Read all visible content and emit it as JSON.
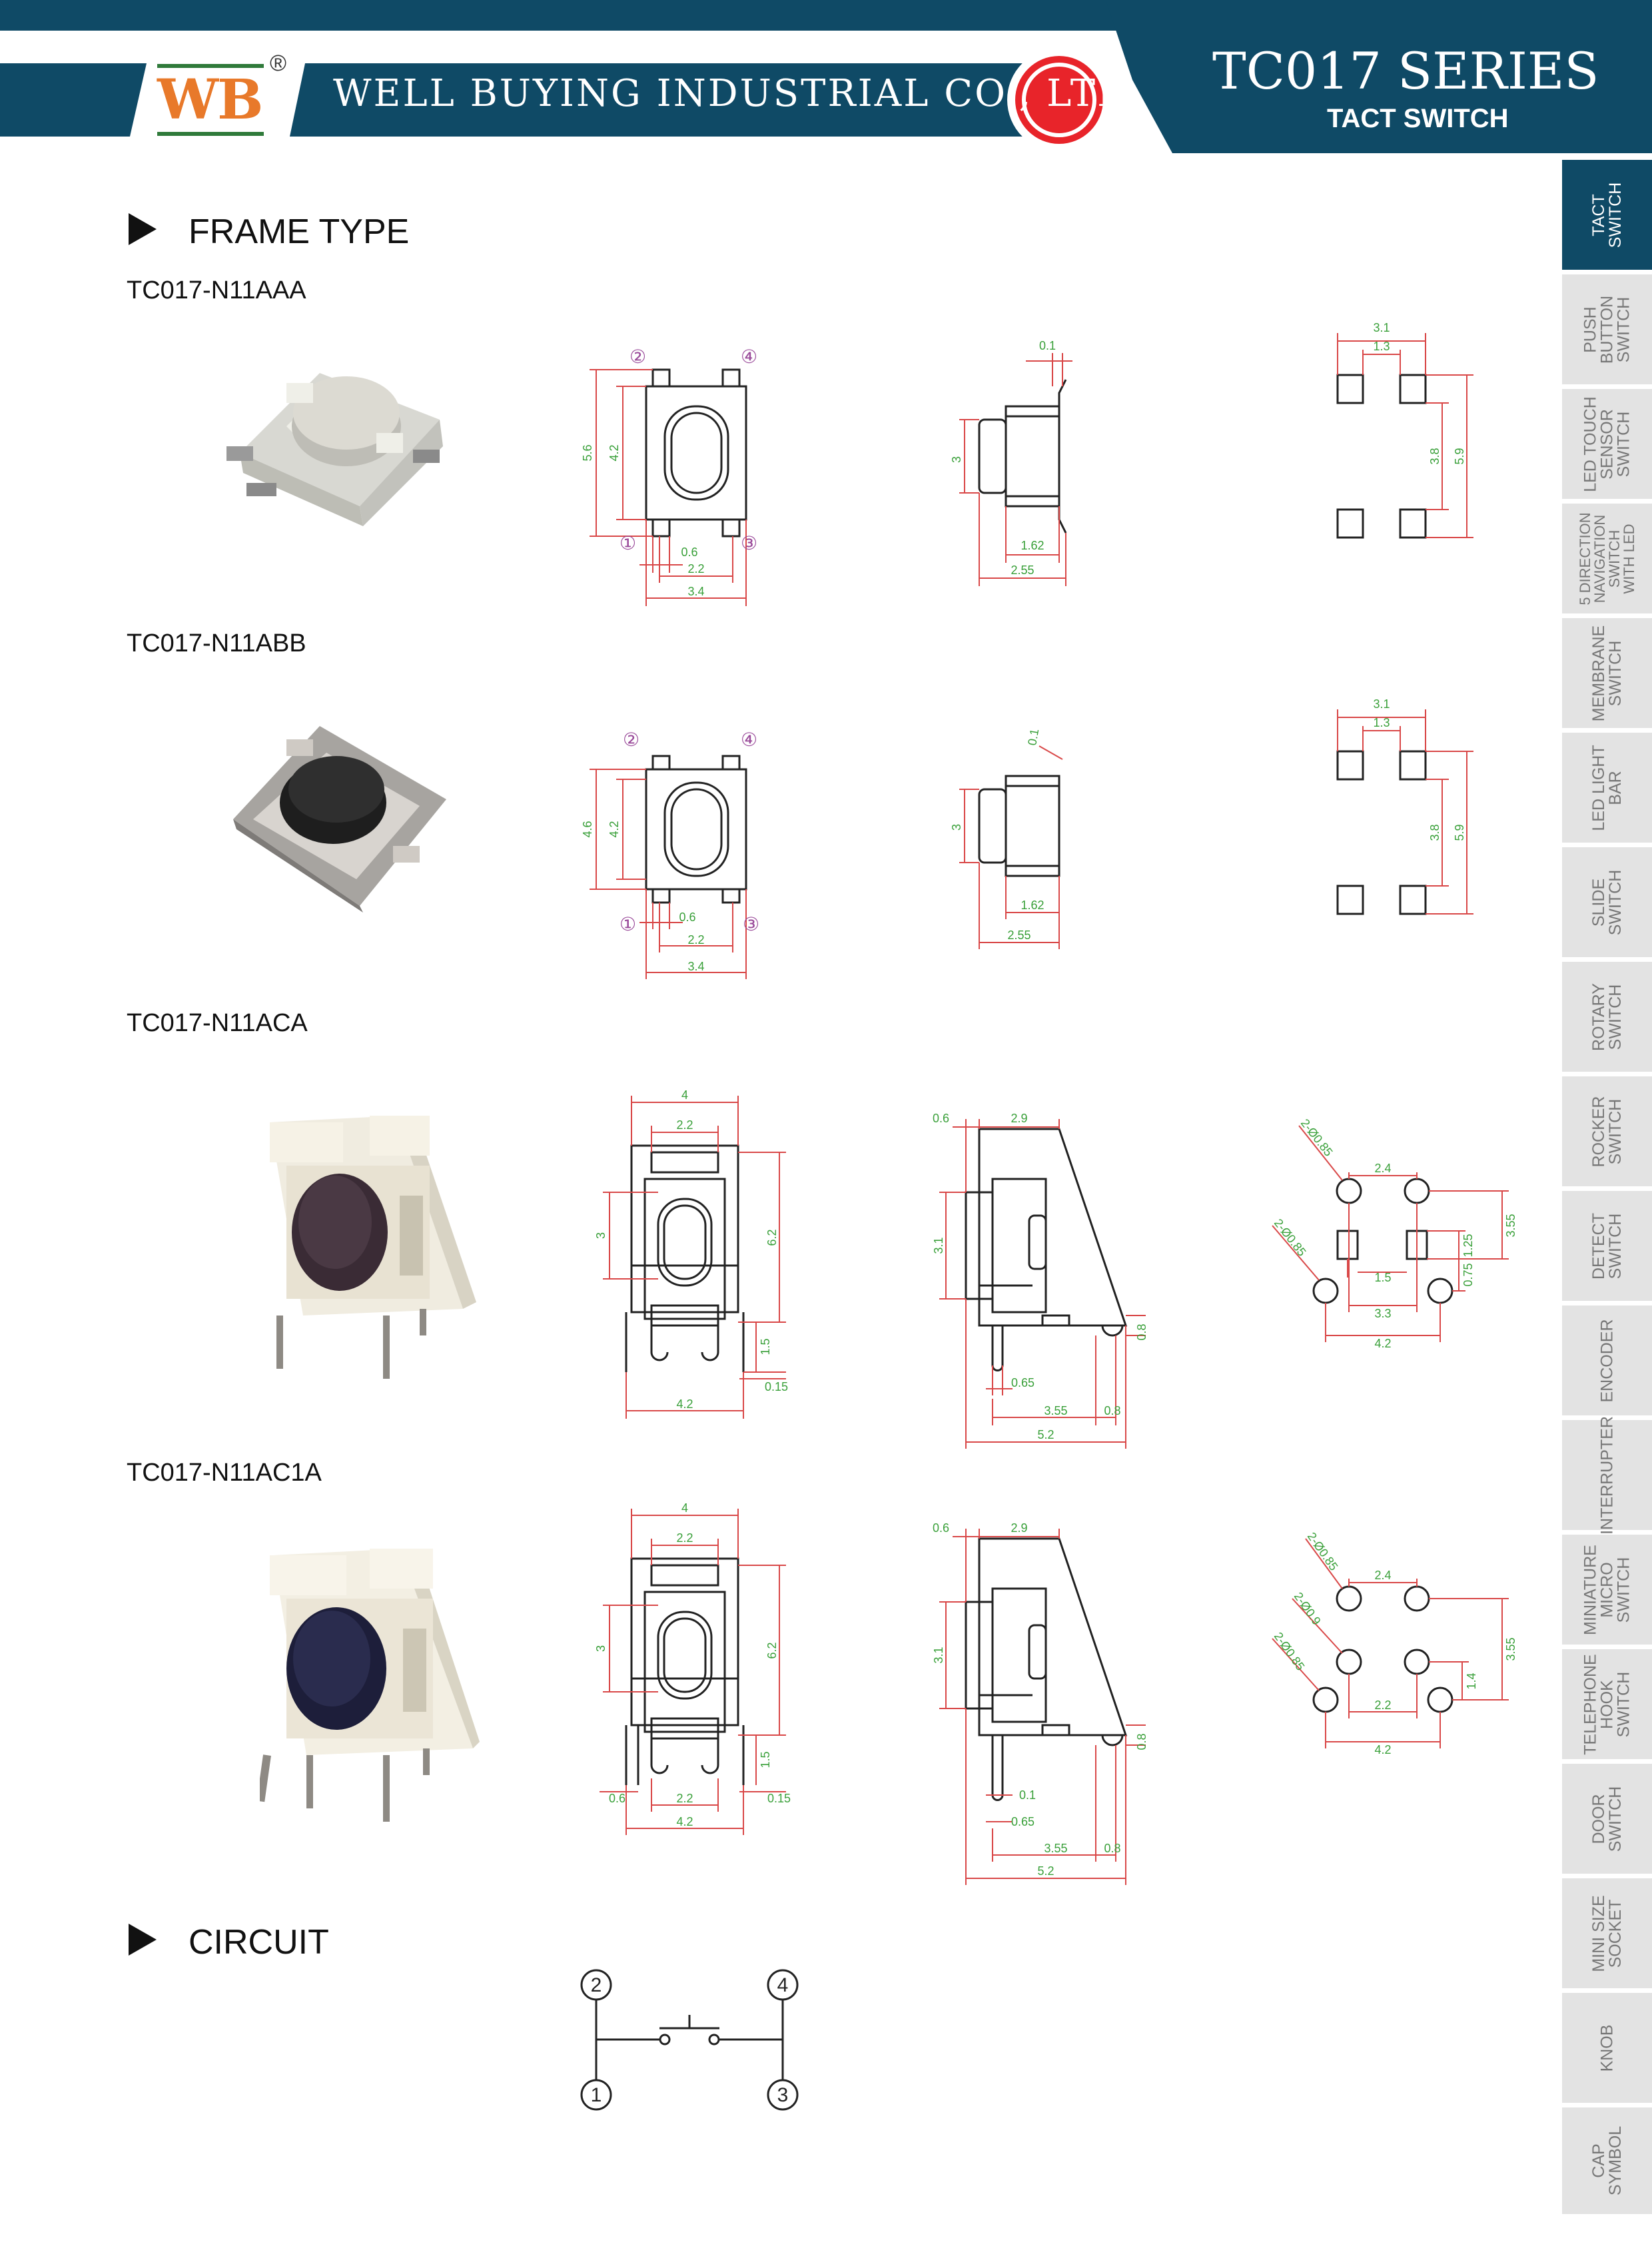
{
  "header": {
    "logo_text": "WB",
    "registered_mark": "®",
    "company_name": "WELL BUYING INDUSTRIAL CO., LTD",
    "series_title": "TC017 SERIES",
    "series_subtitle": "TACT SWITCH",
    "colors": {
      "navy": "#0f4a66",
      "accent_red": "#e8242a",
      "logo_orange": "#e8792a",
      "logo_green": "#2f7a3a"
    }
  },
  "sections": {
    "frame_type": "FRAME TYPE",
    "circuit": "CIRCUIT"
  },
  "products": [
    {
      "model": "TC017-N11AAA"
    },
    {
      "model": "TC017-N11ABB"
    },
    {
      "model": "TC017-N11ACA"
    },
    {
      "model": "TC017-N11AC1A"
    }
  ],
  "dimensions": {
    "smd_front": {
      "pin2": "②",
      "pin4": "④",
      "pin1": "①",
      "pin3": "③",
      "h_outer_aaa": "5.6",
      "h_outer_abb": "4.6",
      "h_inner": "4.2",
      "w_06": "0.6",
      "w_22": "2.2",
      "w_34": "3.4"
    },
    "smd_side": {
      "t": "0.1",
      "h": "3",
      "w1": "1.62",
      "w2": "2.55"
    },
    "smd_pcb": {
      "w31": "3.1",
      "w13": "1.3",
      "h38": "3.8",
      "h59": "5.9"
    },
    "ra_front": {
      "w4": "4",
      "w22": "2.2",
      "h3": "3",
      "h62": "6.2",
      "h15": "1.5",
      "w015": "0.15",
      "w42": "4.2",
      "w06": "0.6"
    },
    "ra_side": {
      "w06": "0.6",
      "w29": "2.9",
      "h31": "3.1",
      "h08": "0.8",
      "w065": "0.65",
      "w355": "3.55",
      "w08": "0.8",
      "w52": "5.2",
      "w01": "0.1"
    },
    "ra_pcb": {
      "d1": "2-Ø0.85",
      "d2": "2-Ø0.85",
      "d3": "2-Ø0.9",
      "w24": "2.4",
      "w15": "1.5",
      "w33": "3.3",
      "w42": "4.2",
      "h125": "1.25",
      "h355": "3.55",
      "h075": "0.75",
      "w22": "2.2",
      "h14": "1.4"
    }
  },
  "circuit": {
    "n2": "2",
    "n4": "4",
    "n1": "1",
    "n3": "3"
  },
  "side_tabs": [
    {
      "label": "TACT\nSWITCH",
      "active": true
    },
    {
      "label": "PUSH\nBUTTON\nSWITCH",
      "active": false
    },
    {
      "label": "LED TOUCH\nSENSOR\nSWITCH",
      "active": false
    },
    {
      "label": "5 DIRECTION\nNAVIGATION\nSWITCH\nWITH LED",
      "active": false
    },
    {
      "label": "MEMBRANE\nSWITCH",
      "active": false
    },
    {
      "label": "LED LIGHT\nBAR",
      "active": false
    },
    {
      "label": "SLIDE\nSWITCH",
      "active": false
    },
    {
      "label": "ROTARY\nSWITCH",
      "active": false
    },
    {
      "label": "ROCKER\nSWITCH",
      "active": false
    },
    {
      "label": "DETECT\nSWITCH",
      "active": false
    },
    {
      "label": "ENCODER",
      "active": false
    },
    {
      "label": "INTERRUPTER",
      "active": false
    },
    {
      "label": "MINIATURE\nMICRO\nSWITCH",
      "active": false
    },
    {
      "label": "TELEPHONE\nHOOK\nSWITCH",
      "active": false
    },
    {
      "label": "DOOR\nSWITCH",
      "active": false
    },
    {
      "label": "MINI SIZE\nSOCKET",
      "active": false
    },
    {
      "label": "KNOB",
      "active": false
    },
    {
      "label": "CAP\nSYMBOL",
      "active": false
    }
  ]
}
